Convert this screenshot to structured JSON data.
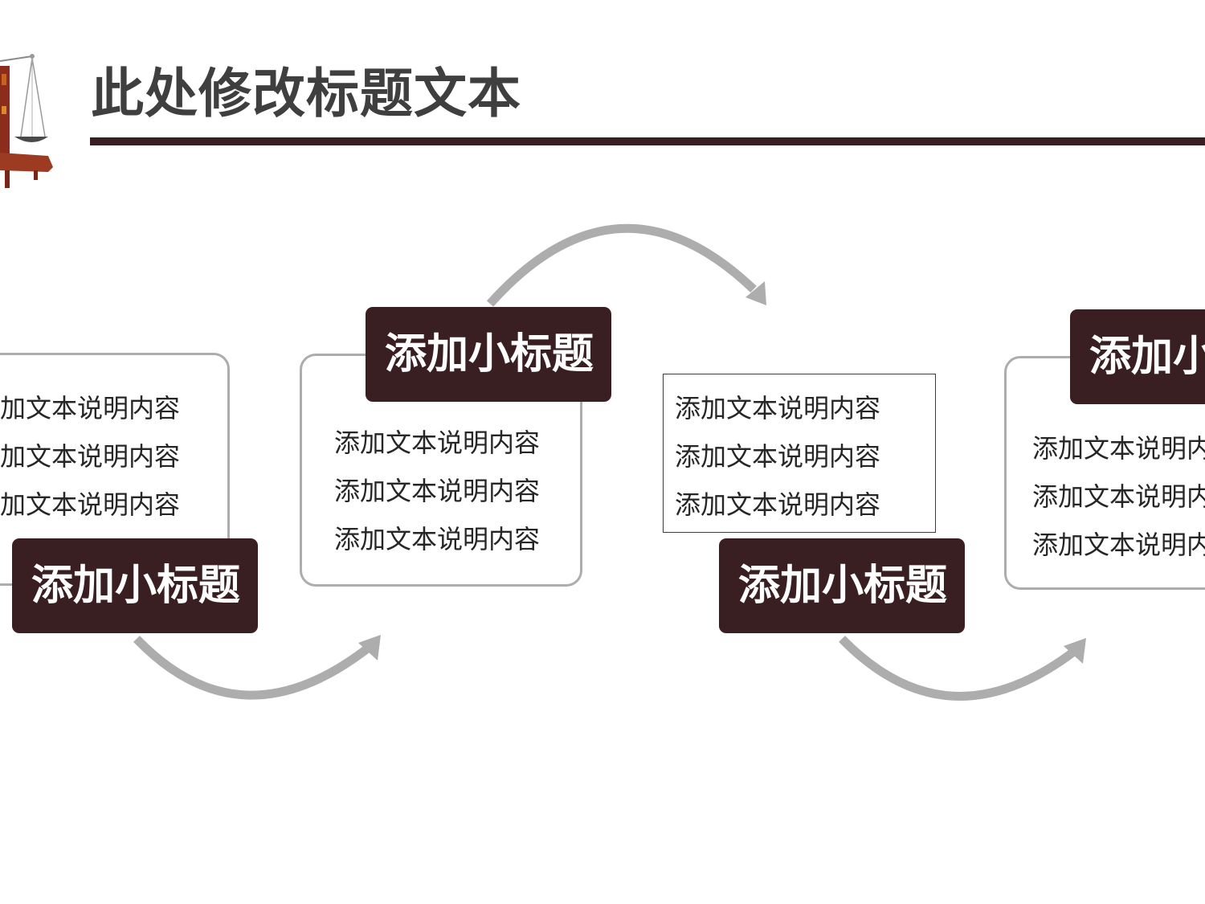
{
  "page": {
    "title": "此处修改标题文本"
  },
  "colors": {
    "accent_dark": "#3a1f22",
    "connector_gray": "#adadad",
    "title_text": "#3f3f3f",
    "body_text": "#262626"
  },
  "decoration": {
    "icon": "scales-of-justice-icon"
  },
  "steps": [
    {
      "subtitle": "添加小标题",
      "lines": [
        "加文本说明内容",
        "加文本说明内容",
        "加文本说明内容"
      ]
    },
    {
      "subtitle": "添加小标题",
      "lines": [
        "添加文本说明内容",
        "添加文本说明内容",
        "添加文本说明内容"
      ]
    },
    {
      "subtitle": "添加小标题",
      "lines": [
        "添加文本说明内容",
        "添加文本说明内容",
        "添加文本说明内容"
      ]
    },
    {
      "subtitle": "添加小",
      "lines": [
        "添加文本说明内",
        "添加文本说明内",
        "添加文本说明内"
      ]
    }
  ]
}
